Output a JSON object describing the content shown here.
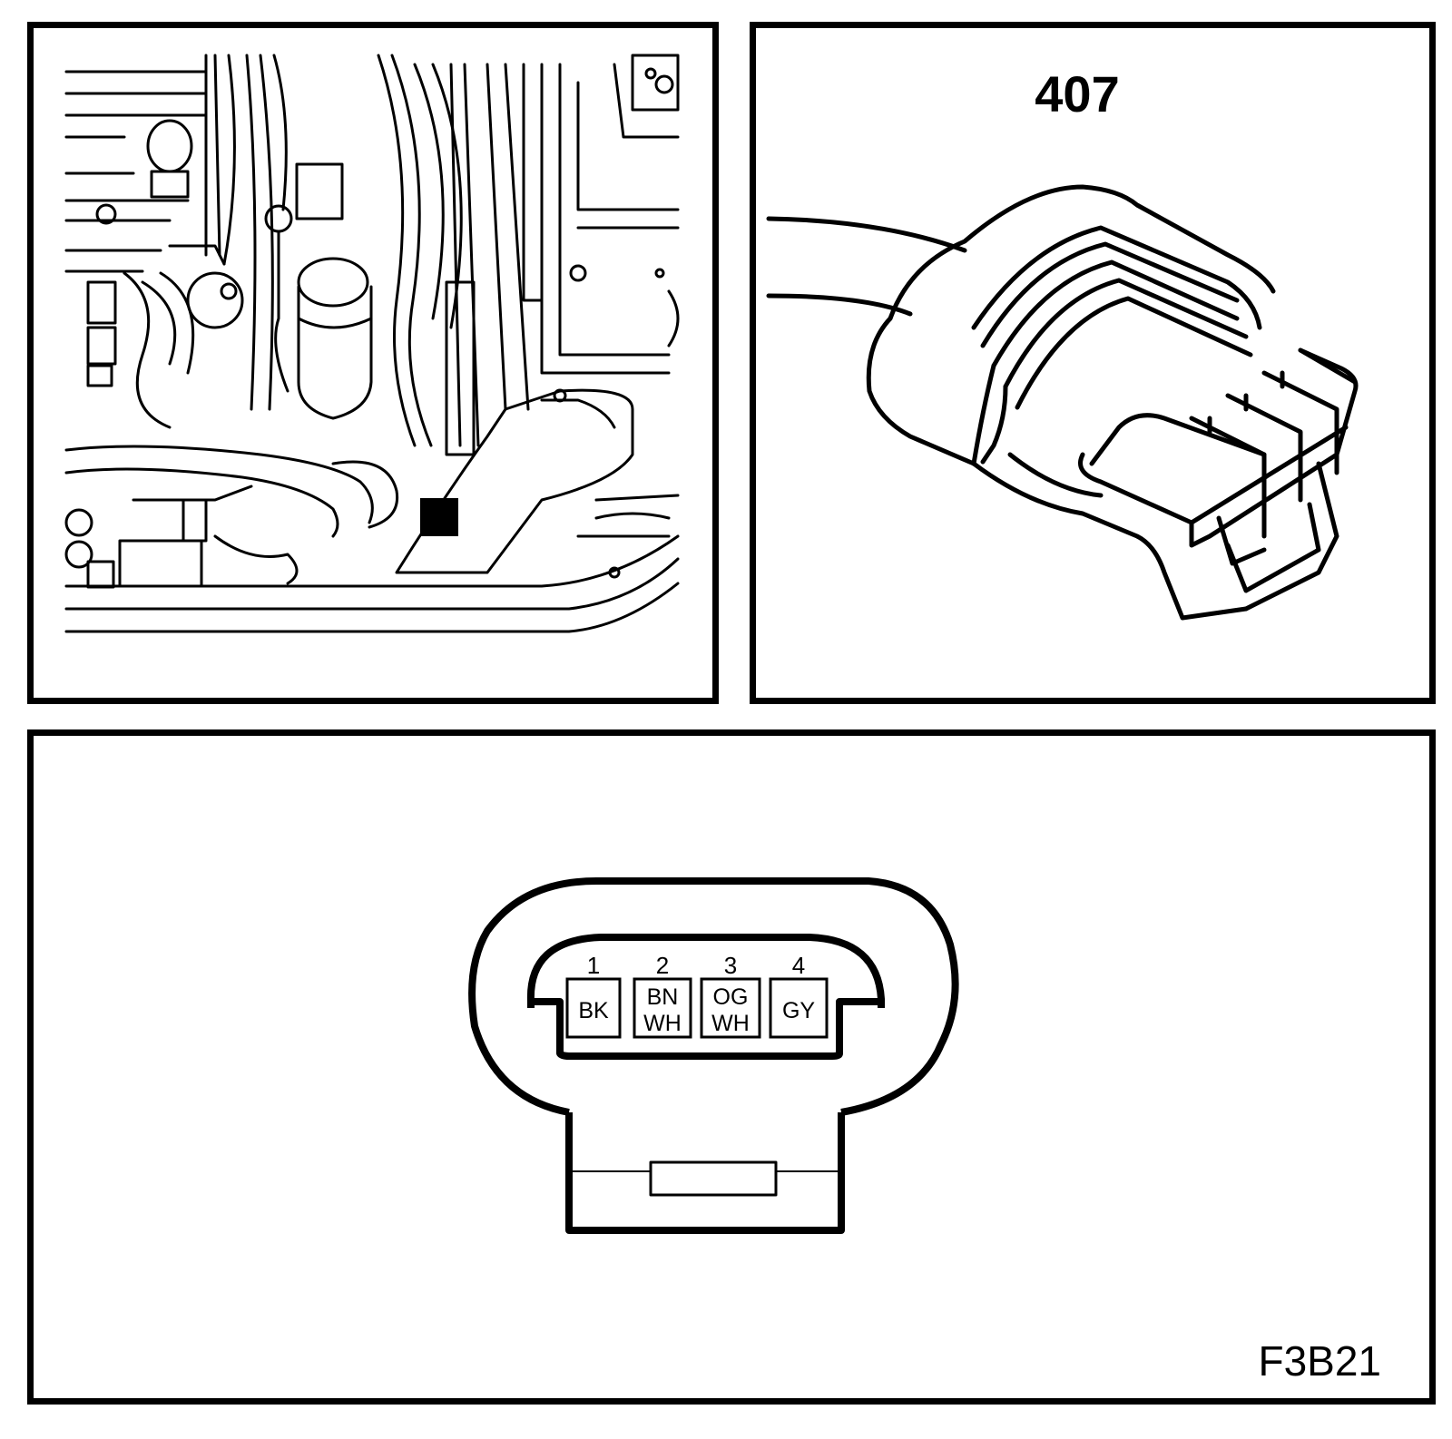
{
  "connector": {
    "number": "407"
  },
  "pinout": {
    "pins": [
      {
        "num": "1",
        "color_line1": "BK",
        "color_line2": ""
      },
      {
        "num": "2",
        "color_line1": "BN",
        "color_line2": "WH"
      },
      {
        "num": "3",
        "color_line1": "OG",
        "color_line2": "WH"
      },
      {
        "num": "4",
        "color_line1": "GY",
        "color_line2": ""
      }
    ]
  },
  "figure": {
    "code": "F3B21"
  }
}
